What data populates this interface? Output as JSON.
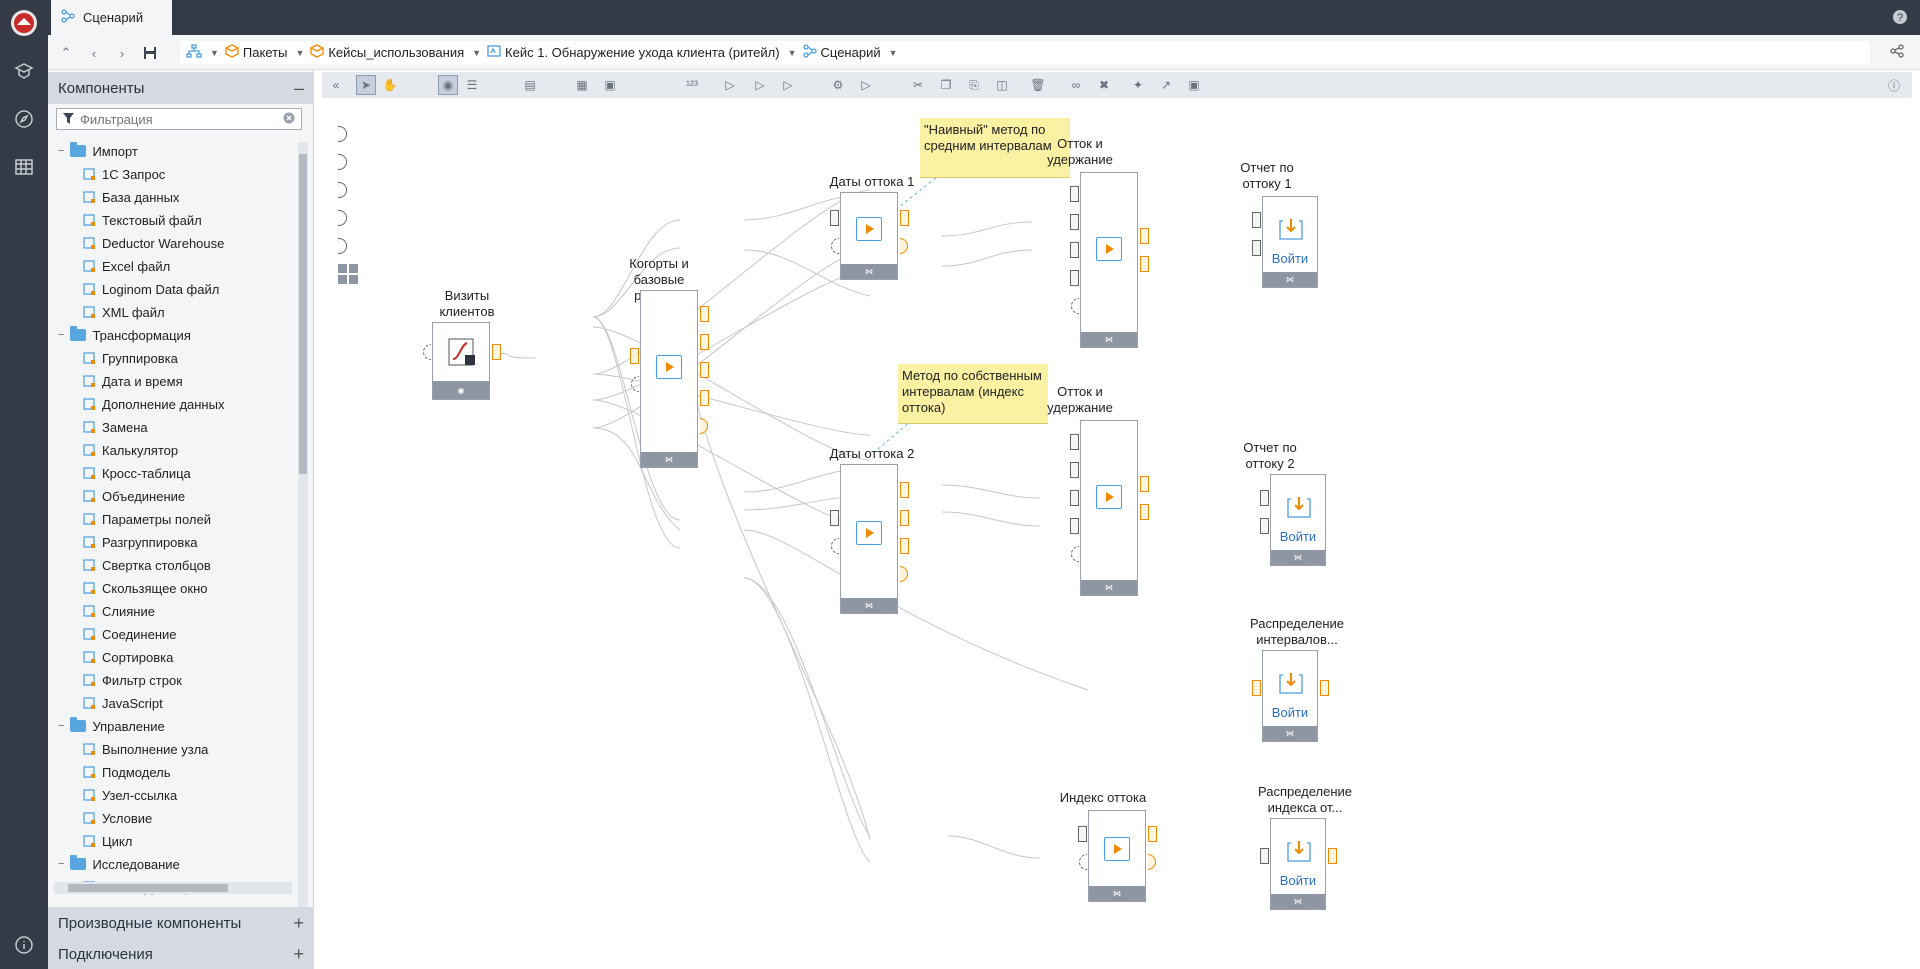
{
  "app": {
    "tab_title": "Сценарий"
  },
  "breadcrumbs": [
    "Пакеты",
    "Кейсы_использования",
    "Кейс 1. Обнаружение ухода клиента (ритейл)",
    "Сценарий"
  ],
  "panel": {
    "components_title": "Компоненты",
    "filter_placeholder": "Фильтрация",
    "derived_title": "Производные компоненты",
    "connections_title": "Подключения",
    "tree": [
      {
        "label": "Импорт",
        "level": 0,
        "icon": "folder-icon"
      },
      {
        "label": "1С Запрос",
        "level": 1,
        "icon": "1c-icon"
      },
      {
        "label": "База данных",
        "level": 1,
        "icon": "database-icon"
      },
      {
        "label": "Текстовый файл",
        "level": 1,
        "icon": "text-file-icon"
      },
      {
        "label": "Deductor Warehouse",
        "level": 1,
        "icon": "warehouse-icon"
      },
      {
        "label": "Excel файл",
        "level": 1,
        "icon": "excel-icon"
      },
      {
        "label": "Loginom Data файл",
        "level": 1,
        "icon": "loginom-data-icon"
      },
      {
        "label": "XML файл",
        "level": 1,
        "icon": "xml-icon"
      },
      {
        "label": "Трансформация",
        "level": 0,
        "icon": "folder-icon"
      },
      {
        "label": "Группировка",
        "level": 1,
        "icon": "grouping-icon"
      },
      {
        "label": "Дата и время",
        "level": 1,
        "icon": "calendar-icon"
      },
      {
        "label": "Дополнение данных",
        "level": 1,
        "icon": "data-append-icon"
      },
      {
        "label": "Замена",
        "level": 1,
        "icon": "replace-icon"
      },
      {
        "label": "Калькулятор",
        "level": 1,
        "icon": "calculator-icon"
      },
      {
        "label": "Кросс-таблица",
        "level": 1,
        "icon": "crosstab-icon"
      },
      {
        "label": "Объединение",
        "level": 1,
        "icon": "union-icon"
      },
      {
        "label": "Параметры полей",
        "level": 1,
        "icon": "field-params-icon"
      },
      {
        "label": "Разгруппировка",
        "level": 1,
        "icon": "ungroup-icon"
      },
      {
        "label": "Свертка столбцов",
        "level": 1,
        "icon": "columns-fold-icon"
      },
      {
        "label": "Скользящее окно",
        "level": 1,
        "icon": "sliding-window-icon"
      },
      {
        "label": "Слияние",
        "level": 1,
        "icon": "merge-icon"
      },
      {
        "label": "Соединение",
        "level": 1,
        "icon": "join-icon"
      },
      {
        "label": "Сортировка",
        "level": 1,
        "icon": "sort-icon"
      },
      {
        "label": "Фильтр строк",
        "level": 1,
        "icon": "filter-icon"
      },
      {
        "label": "JavaScript",
        "level": 1,
        "icon": "js-icon"
      },
      {
        "label": "Управление",
        "level": 0,
        "icon": "folder-icon"
      },
      {
        "label": "Выполнение узла",
        "level": 1,
        "icon": "node-exec-icon"
      },
      {
        "label": "Подмодель",
        "level": 1,
        "icon": "submodel-icon"
      },
      {
        "label": "Узел-ссылка",
        "level": 1,
        "icon": "node-link-icon"
      },
      {
        "label": "Условие",
        "level": 1,
        "icon": "condition-icon"
      },
      {
        "label": "Цикл",
        "level": 1,
        "icon": "loop-icon"
      },
      {
        "label": "Исследование",
        "level": 0,
        "icon": "folder-icon"
      },
      {
        "label": "Автокорреляция",
        "level": 1,
        "icon": "autocorrelation-icon"
      }
    ]
  },
  "canvas": {
    "nodes": {
      "visits": "Визиты клиентов",
      "cohorts": "Когорты и базовые расчеты",
      "dates1": "Даты оттока 1",
      "dates2": "Даты оттока 2",
      "churn1": "Отток и удержание",
      "churn2": "Отток и удержание",
      "report1": "Отчет по оттоку 1",
      "report2": "Отчет по оттоку 2",
      "distribution": "Распределение интервалов...",
      "index": "Индекс оттока",
      "index_distribution": "Распределение индекса от..."
    },
    "notes": {
      "naive": "\"Наивный\" метод по средним интервалам",
      "own": "Метод по собственным интервалам (индекс оттока)"
    },
    "login_label": "Войти"
  }
}
